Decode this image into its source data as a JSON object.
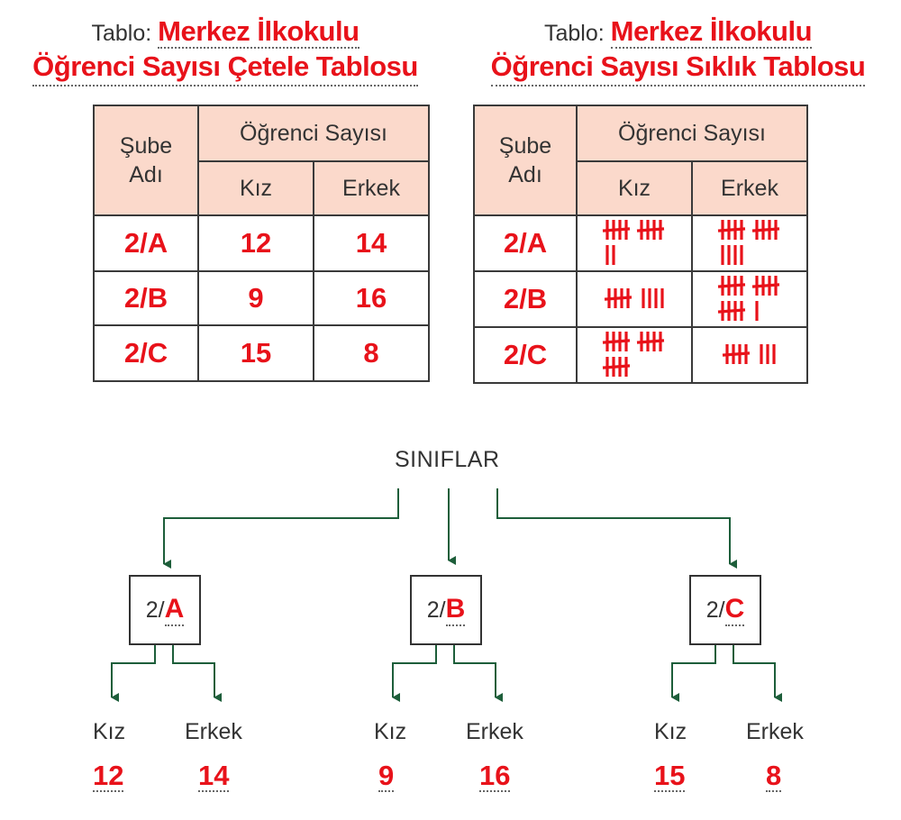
{
  "left_table": {
    "title_label": "Tablo:",
    "title_value_line1": "Merkez İlkokulu",
    "title_value_line2": "Öğrenci Sayısı Çetele Tablosu",
    "header_sube": "Şube Adı",
    "header_count": "Öğrenci Sayısı",
    "header_kiz": "Kız",
    "header_erkek": "Erkek",
    "rows": [
      {
        "sube": "2/A",
        "kiz": "12",
        "erkek": "14"
      },
      {
        "sube": "2/B",
        "kiz": "9",
        "erkek": "16"
      },
      {
        "sube": "2/C",
        "kiz": "15",
        "erkek": "8"
      }
    ]
  },
  "right_table": {
    "title_label": "Tablo:",
    "title_value_line1": "Merkez İlkokulu",
    "title_value_line2": "Öğrenci Sayısı Sıklık Tablosu",
    "header_sube": "Şube Adı",
    "header_count": "Öğrenci Sayısı",
    "header_kiz": "Kız",
    "header_erkek": "Erkek",
    "rows": [
      {
        "sube": "2/A",
        "kiz_tally": 12,
        "erkek_tally": 14
      },
      {
        "sube": "2/B",
        "kiz_tally": 9,
        "erkek_tally": 16
      },
      {
        "sube": "2/C",
        "kiz_tally": 15,
        "erkek_tally": 8
      }
    ],
    "tally_color": "#e8121a"
  },
  "tree": {
    "root": "SINIFLAR",
    "prefix": "2/",
    "arrow_color": "#1d5e3a",
    "branches": [
      {
        "letter": "A",
        "kiz_label": "Kız",
        "erkek_label": "Erkek",
        "kiz": "12",
        "erkek": "14"
      },
      {
        "letter": "B",
        "kiz_label": "Kız",
        "erkek_label": "Erkek",
        "kiz": "9",
        "erkek": "16"
      },
      {
        "letter": "C",
        "kiz_label": "Kız",
        "erkek_label": "Erkek",
        "kiz": "15",
        "erkek": "8"
      }
    ]
  }
}
